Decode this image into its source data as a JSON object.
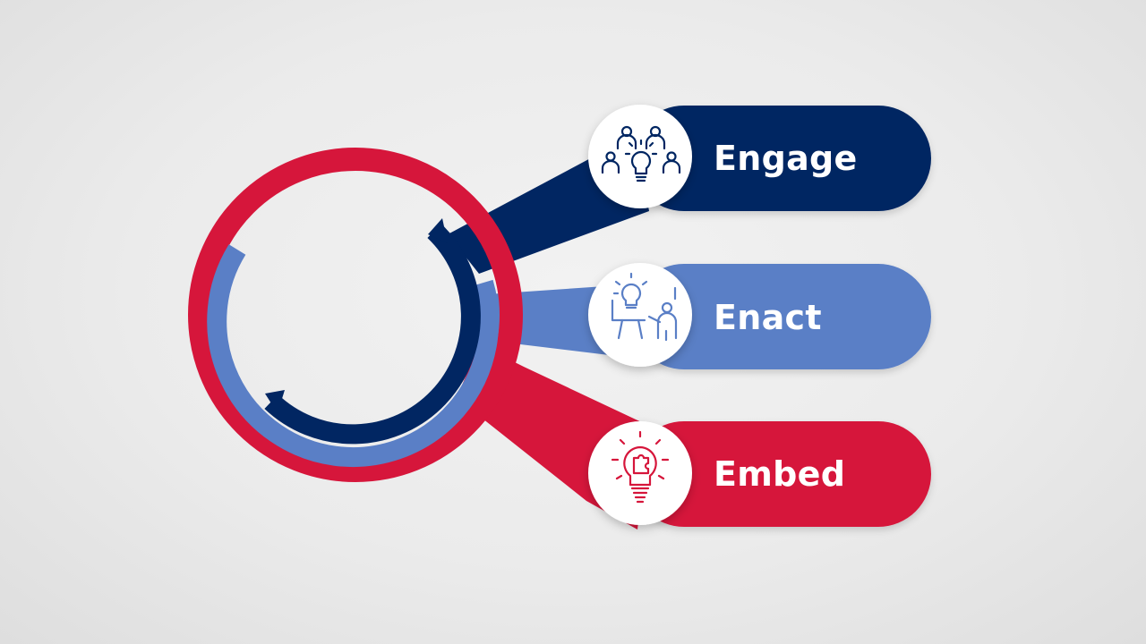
{
  "stages": [
    {
      "label": "Engage",
      "color": "#012662",
      "icon": "team-lightbulb-icon"
    },
    {
      "label": "Enact",
      "color": "#5a7fc6",
      "icon": "presenter-idea-icon"
    },
    {
      "label": "Embed",
      "color": "#d6163b",
      "icon": "puzzle-lightbulb-icon"
    }
  ],
  "colors": {
    "navy": "#012662",
    "blue": "#5a7fc6",
    "red": "#d6163b",
    "white": "#ffffff"
  }
}
